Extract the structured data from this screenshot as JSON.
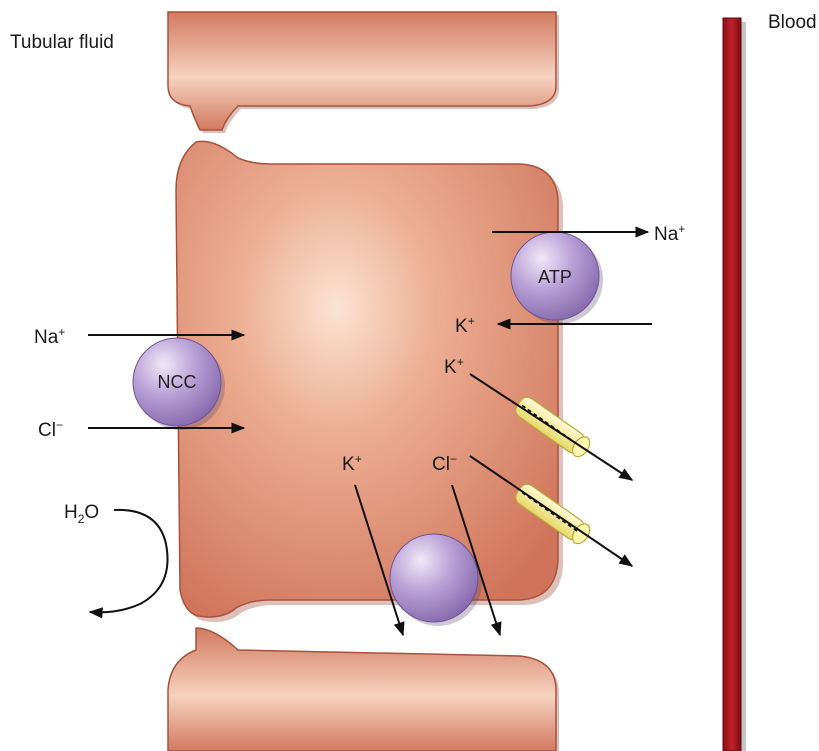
{
  "labels": {
    "tubular_fluid": "Tubular fluid",
    "blood": "Blood"
  },
  "transporters": {
    "ncc": "NCC",
    "pump": "ATP"
  },
  "ions": {
    "na_apical": {
      "base": "Na",
      "sup": "+"
    },
    "cl_apical": {
      "base": "Cl",
      "sup": "−"
    },
    "na_pump_out": {
      "base": "Na",
      "sup": "+"
    },
    "k_pump_in": {
      "base": "K",
      "sup": "+"
    },
    "k_channel": {
      "base": "K",
      "sup": "+"
    },
    "k_cotransport": {
      "base": "K",
      "sup": "+"
    },
    "cl_cotransport": {
      "base": "Cl",
      "sup": "−"
    }
  },
  "water": {
    "base": "H",
    "sub": "2",
    "tail": "O"
  },
  "colors": {
    "cell": "#d98a70",
    "cell_edge": "#a8523c",
    "transporter": "#b49ad2",
    "channel": "#f4ea9a",
    "blood_vessel": "#a8121a"
  }
}
